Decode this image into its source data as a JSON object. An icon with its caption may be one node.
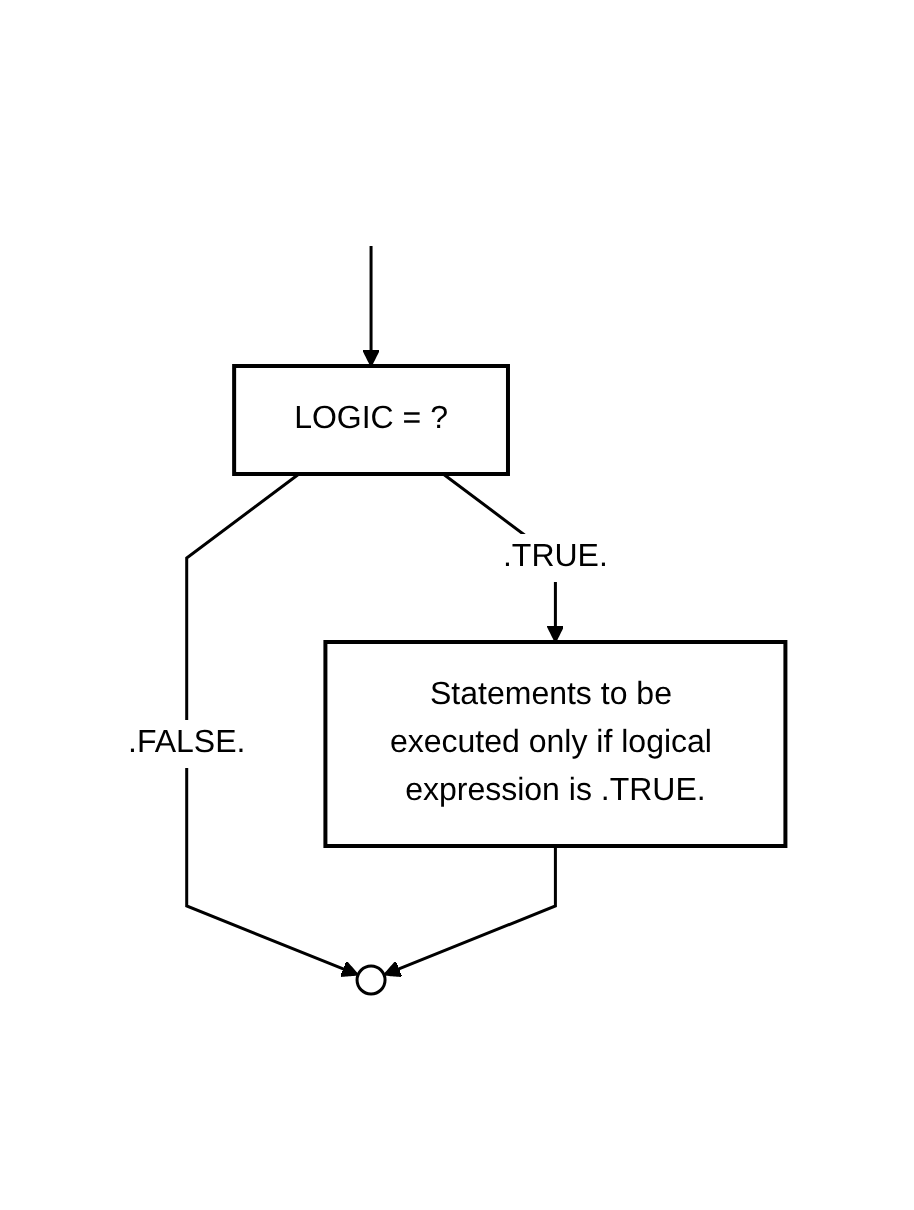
{
  "diagram": {
    "nodes": [
      {
        "text": [
          "LOGIC = ?"
        ]
      },
      {
        "text": [
          "Statements to be executed only if logical expression is .TRUE."
        ]
      },
      {
        "text": [],
        "shape": "circle"
      }
    ],
    "edges": [
      {
        "from": null,
        "to": 0,
        "arrow": "to"
      },
      {
        "from": 0,
        "to": 1,
        "label": ".TRUE.",
        "arrow": "to"
      },
      {
        "from": 0,
        "to": 2,
        "label": ".FALSE.",
        "arrow": "to"
      },
      {
        "from": 1,
        "to": 2,
        "arrow": "to"
      }
    ]
  }
}
